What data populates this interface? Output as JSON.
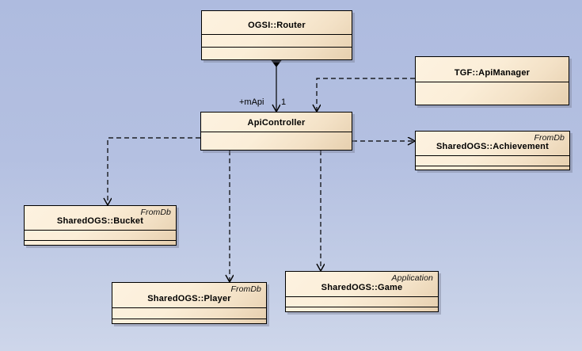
{
  "diagram": {
    "type": "uml-class-diagram",
    "background_top_color": "#aebbdf",
    "background_bottom_color": "#ced6ea",
    "class_fill_color": "#fbeed8",
    "class_border_color": "#000000",
    "line_color": "#000000",
    "classes": [
      {
        "id": "router",
        "name": "OGSI::Router",
        "stereotype": "",
        "compartments": 3
      },
      {
        "id": "apimanager",
        "name": "TGF::ApiManager",
        "stereotype": "",
        "compartments": 2
      },
      {
        "id": "apicontroller",
        "name": "ApiController",
        "stereotype": "",
        "compartments": 2
      },
      {
        "id": "achievement",
        "name": "SharedOGS::Achievement",
        "stereotype": "FromDb",
        "compartments": 3
      },
      {
        "id": "bucket",
        "name": "SharedOGS::Bucket",
        "stereotype": "FromDb",
        "compartments": 3
      },
      {
        "id": "player",
        "name": "SharedOGS::Player",
        "stereotype": "FromDb",
        "compartments": 3
      },
      {
        "id": "game",
        "name": "SharedOGS::Game",
        "stereotype": "Application",
        "compartments": 3
      }
    ],
    "relationships": [
      {
        "id": "router-apicontroller",
        "kind": "composition",
        "from": "router",
        "to": "apicontroller",
        "role_label": "+mApi",
        "multiplicity_label": "1"
      },
      {
        "id": "apimanager-apicontroller",
        "kind": "dependency",
        "from": "apimanager",
        "to": "apicontroller",
        "role_label": "",
        "multiplicity_label": ""
      },
      {
        "id": "apicontroller-achievement",
        "kind": "dependency",
        "from": "apicontroller",
        "to": "achievement",
        "role_label": "",
        "multiplicity_label": ""
      },
      {
        "id": "apicontroller-bucket",
        "kind": "dependency",
        "from": "apicontroller",
        "to": "bucket",
        "role_label": "",
        "multiplicity_label": ""
      },
      {
        "id": "apicontroller-player",
        "kind": "dependency",
        "from": "apicontroller",
        "to": "player",
        "role_label": "",
        "multiplicity_label": ""
      },
      {
        "id": "apicontroller-game",
        "kind": "dependency",
        "from": "apicontroller",
        "to": "game",
        "role_label": "",
        "multiplicity_label": ""
      }
    ]
  }
}
